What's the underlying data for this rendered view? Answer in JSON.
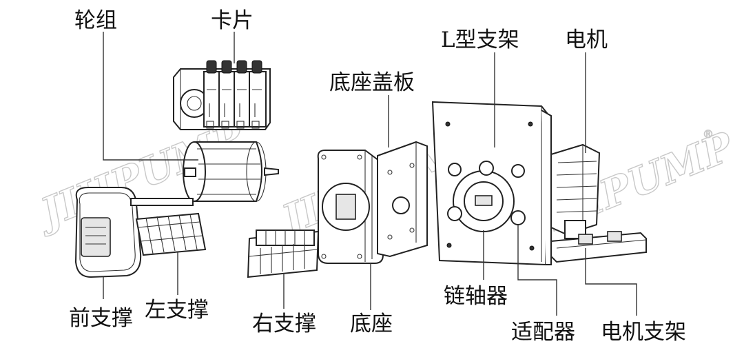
{
  "watermark": {
    "text": "JIHPUMP",
    "mark": "®"
  },
  "labels": {
    "roller_group": "轮组",
    "cartridge": "卡片",
    "base_cover": "底座盖板",
    "l_bracket": "L型支架",
    "motor": "电机",
    "front_support": "前支撑",
    "left_support": "左支撑",
    "right_support": "右支撑",
    "base": "底座",
    "coupling": "链轴器",
    "adapter": "适配器",
    "motor_bracket": "电机支架"
  }
}
